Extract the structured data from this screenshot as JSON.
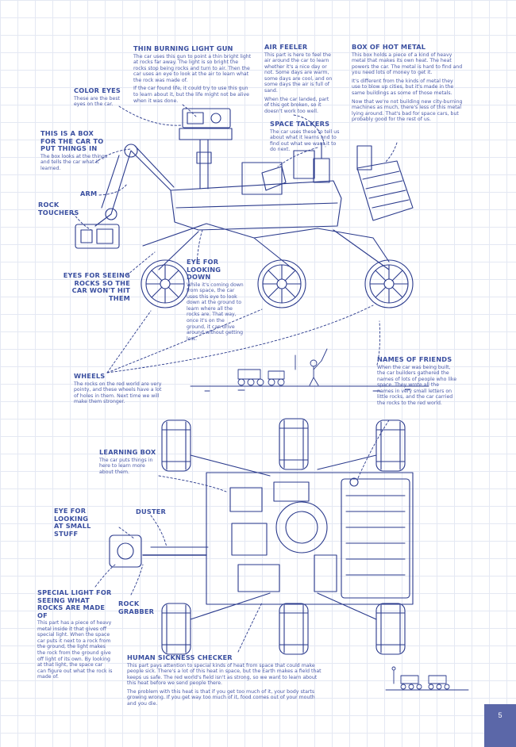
{
  "labels": {
    "gun_title": "THIN BURNING LIGHT GUN",
    "gun_body": "The car uses this gun to point a thin bright light at rocks far away. The light is so bright the rocks stop being rocks and turn to air. Then the car uses an eye to look at the air to learn what the rock was made of.",
    "gun_body2": "If the car found life, it could try to use this gun to learn about it, but the life might not be alive when it was done.",
    "feeler_title": "AIR FEELER",
    "feeler_body": "This part is here to feel the air around the car to learn whether it's a nice day or not. Some days are warm, some days are cool, and on some days the air is full of sand.",
    "feeler_body2": "When the car landed, part of this got broken, so it doesn't work too well.",
    "metal_title": "BOX OF HOT METAL",
    "metal_body": "This box holds a piece of a kind of heavy metal that makes its own heat. The heat powers the car. The metal is hard to find and you need lots of money to get it.",
    "metal_body2": "It's different from the kinds of metal they use to blow up cities, but it's made in the same buildings as some of those metals.",
    "metal_body3": "Now that we're not building new city-burning machines as much, there's less of this metal lying around. That's bad for space cars, but probably good for the rest of us.",
    "color_title": "COLOR EYES",
    "color_body": "These are the best eyes on the car.",
    "box_title": "THIS IS A BOX FOR THE CAR TO PUT THINGS IN",
    "box_body": "The box looks at the things and tells the car what it learned.",
    "talkers_title": "SPACE TALKERS",
    "talkers_body": "The car uses these to tell us about what it learns and to find out what we want it to do next.",
    "arm_title": "ARM",
    "touchers_title": "ROCK TOUCHERS",
    "eyes_rocks_title": "EYES FOR SEEING ROCKS SO THE CAR WON'T HIT THEM",
    "eye_down_title": "EYE FOR LOOKING DOWN",
    "eye_down_body": "While it's coming down from space, the car uses this eye to look down at the ground to learn where all the rocks are. That way, once it's on the ground, it can drive around without getting lost.",
    "wheels_title": "WHEELS",
    "wheels_body": "The rocks on the red world are very pointy, and these wheels have a lot of holes in them. Next time we will make them stronger.",
    "friends_title": "NAMES OF FRIENDS",
    "friends_body": "When the car was being built, the car builders gathered the names of lots of people who like space. They wrote all the names in very small letters on little rocks, and the car carried the rocks to the red world.",
    "learning_title": "LEARNING BOX",
    "learning_body": "The car puts things in here to learn more about them.",
    "eye_small_title": "EYE FOR LOOKING AT SMALL STUFF",
    "duster_title": "DUSTER",
    "special_title": "SPECIAL LIGHT FOR SEEING WHAT ROCKS ARE MADE OF",
    "special_body": "This part has a piece of heavy metal inside it that gives off special light. When the space car puts it next to a rock from the ground, the light makes the rock from the ground give off light of its own. By looking at that light, the space car can figure out what the rock is made of.",
    "grabber_title": "ROCK GRABBER",
    "sickness_title": "HUMAN SICKNESS CHECKER",
    "sickness_body": "This part pays attention to special kinds of heat from space that could make people sick. There's a lot of this heat in space, but the Earth makes a field that keeps us safe. The red world's field isn't as strong, so we want to learn about this heat before we send people there.",
    "sickness_body2": "The problem with this heat is that if you get too much of it, your body starts growing wrong. If you get way too much of it, food comes out of your mouth and you die."
  },
  "page_number": "5",
  "colors": {
    "ink": "#2a3a8c",
    "grid": "#e4e8f3",
    "tab": "#5b67a8"
  }
}
